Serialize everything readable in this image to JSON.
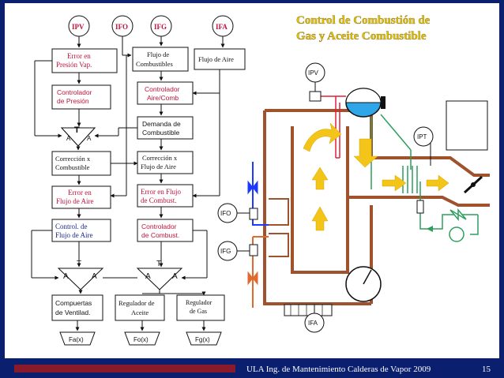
{
  "title_line1": "Control de Combustión de",
  "title_line2": "Gas  y Aceite Combustible",
  "footer_text": "ULA Ing. de Mantenimiento Calderas de Vapor 2009",
  "page_number": "15",
  "inputs": {
    "ipv": "IPV",
    "ifo": "IFO",
    "ifg": "IFG",
    "ifa": "IFA"
  },
  "blocks": {
    "error_presion_1": "Error en",
    "error_presion_2": "Presión Vap.",
    "flujo_comb_1": "Flujo de",
    "flujo_comb_2": "Combustibles",
    "flujo_aire": "Flujo de Aire",
    "ctrl_presion_1": "Controlador",
    "ctrl_presion_2": "de Presión",
    "ctrl_airecomb_1": "Controlador",
    "ctrl_airecomb_2": "Aire/Comb",
    "demanda_1": "Demanda de",
    "demanda_2": "Combustible",
    "corr_comb_1": "Corrección x",
    "corr_comb_2": "Combustible",
    "corr_aire_1": "Corrección x",
    "corr_aire_2": "Flujo de Aire",
    "err_aire_1": "Error en",
    "err_aire_2": "Flujo de Aire",
    "err_flujo_comb_1": "Error en Flujo",
    "err_flujo_comb_2": "de Combust.",
    "ctrl_aire_1": "Control.  de",
    "ctrl_aire_2": "Flujo de Aire",
    "ctrl_comb_1": "Controlador",
    "ctrl_comb_2": "de Combust.",
    "compuertas_1": "Compuertas",
    "compuertas_2": "de Ventilad.",
    "reg_aceite_1": "Regulador de",
    "reg_aceite_2": "Aceite",
    "reg_gas_1": "Regulador",
    "reg_gas_2": "de Gas",
    "fa": "Fa(x)",
    "fo": "Fo(x)",
    "fg": "Fg(x)"
  },
  "selector": {
    "t": "T",
    "a": "A"
  },
  "schematic": {
    "ipv": "IPV",
    "ipt": "IPT",
    "ifo": "IFO",
    "ifg": "IFG",
    "ifa": "IFA"
  },
  "colors": {
    "background": "#0a1f6e",
    "panel": "#ffffff",
    "title_fill": "#e6c300",
    "flue": "#a0522d",
    "steam_line": "#e0203c",
    "water_line": "#2e9e5e",
    "oil_line": "#1a3aff",
    "gas_line": "#e06a2c",
    "flame_arrow": "#f3c519"
  }
}
